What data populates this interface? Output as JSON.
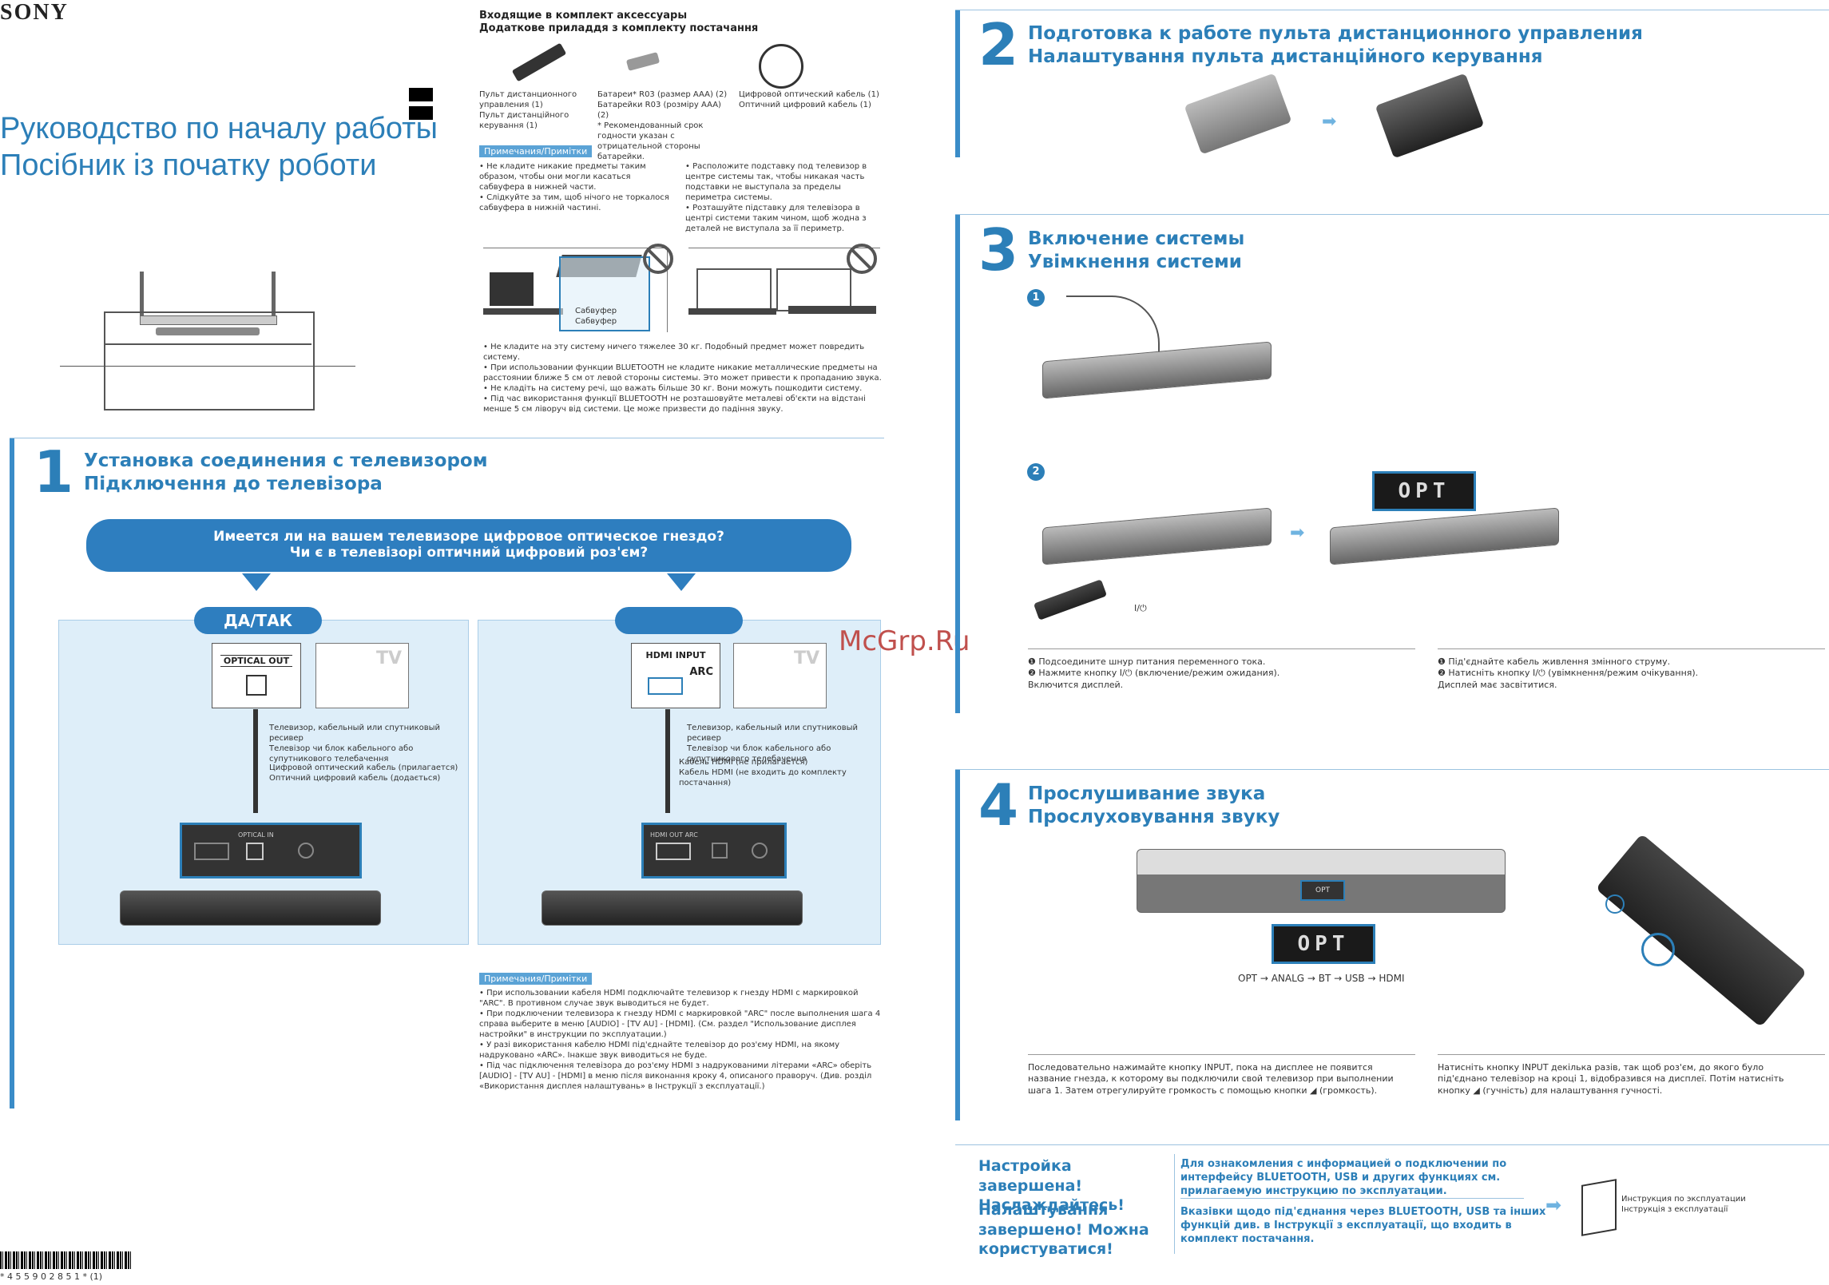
{
  "brand": "SONY",
  "header": {
    "title_ru": "Руководство по началу работы",
    "title_uk": "Посібник із початку роботи"
  },
  "accessories": {
    "title_ru": "Входящие в комплект аксессуары",
    "title_uk": "Додаткове приладдя з комплекту постачання",
    "remote": "Пульт дистанционного управления (1)\nПульт дистанційного керування (1)",
    "batteries": "Батареи* R03 (размер AAA) (2)\nБатарейки R03 (розміру AAA) (2)\n* Рекомендованный срок годности указан с отрицательной стороны батарейки.",
    "optical": "Цифровой оптический кабель (1)\nОптичний цифровий кабель (1)"
  },
  "notes_top": {
    "label": "Примечания/Примітки",
    "left": "• Не кладите никакие предметы таким образом, чтобы они могли касаться сабвуфера в нижней части.\n• Слідкуйте за тим, щоб нічого не торкалося сабвуфера в нижній частині.",
    "right": "• Расположите подставку под телевизор в центре системы так, чтобы никакая часть подставки не выступала за пределы периметра системы.\n• Розташуйте підставку для телевізора в центрі системи таким чином, щоб жодна з деталей не виступала за її периметр.",
    "subwoofer": "Сабвуфер\nСабвуфер",
    "bottom": "• Не кладите на эту систему ничего тяжелее 30 кг. Подобный предмет может повредить систему.\n• При использовании функции BLUETOOTH не кладите никакие металлические предметы на расстоянии ближе 5 см от левой стороны системы. Это может привести к пропаданию звука.\n• Не кладіть на систему речі, що важать більше 30 кг. Вони можуть пошкодити систему.\n• Під час використання функції BLUETOOTH не розташовуйте металеві об'єкти на відстані менше 5 см ліворуч від системи. Це може призвести до падіння звуку."
  },
  "step1": {
    "num": "1",
    "title_ru": "Установка соединения с телевизором",
    "title_uk": "Підключення до телевізора",
    "question_ru": "Имеется ли на вашем телевизоре цифровое оптическое гнездо?",
    "question_uk": "Чи є в телевізорі оптичний цифровий роз'єм?",
    "yes_label": "ДА/ТАК",
    "no_label": "",
    "optical_out": "OPTICAL OUT",
    "tv": "TV",
    "hdmi_input": "HDMI INPUT",
    "arc": "ARC",
    "tv_desc": "Телевизор, кабельный или спутниковый ресивер\nТелевізор чи блок кабельного або супутникового телебачення",
    "optical_cable": "Цифровой оптический кабель (прилагается)\nОптичний цифровий кабель (додається)",
    "hdmi_cable": "Кабель HDMI (не прилагается)\nКабель HDMI (не входить до комплекту постачання)",
    "optical_in": "OPTICAL IN",
    "hdmi_out": "HDMI OUT ARC",
    "notes_label": "Примечания/Примітки",
    "notes": "• При использовании кабеля HDMI подключайте телевизор к гнезду HDMI с маркировкой \"ARC\". В противном случае звук выводиться не будет.\n• При подключении телевизора к гнезду HDMI с маркировкой \"ARC\" после выполнения шага 4 справа выберите в меню [AUDIO] - [TV AU] - [HDMI]. (См. раздел \"Использование дисплея настройки\" в инструкции по эксплуатации.)\n• У разі використання кабелю HDMI під'єднайте телевізор до роз'єму HDMI, на якому надруковано «ARC». Інакше звук виводиться не буде.\n• Під час підключення телевізора до роз'єму HDMI з надрукованими літерами «ARC» оберіть [AUDIO] - [TV AU] - [HDMI] в меню після виконання кроку 4, описаного праворуч. (Див. розділ «Використання дисплея налаштувань» в Інструкції з експлуатації.)"
  },
  "step2": {
    "num": "2",
    "title_ru": "Подготовка к работе пульта дистанционного управления",
    "title_uk": "Налаштування пульта дистанційного керування"
  },
  "step3": {
    "num": "3",
    "title_ru": "Включение системы",
    "title_uk": "Увімкнення системи",
    "sub1": "1",
    "sub2": "2",
    "power_label": "I/⏻",
    "display": "OPT",
    "text_ru": "❶ Подсоедините шнур питания переменного тока.\n❷ Нажмите кнопку I/⏻ (включение/режим ожидания).\n    Включится дисплей.",
    "text_uk": "❶ Під'єднайте кабель живлення змінного струму.\n❷ Натисніть кнопку I/⏻ (увімкнення/режим очікування).\n    Дисплей має засвітитися."
  },
  "step4": {
    "num": "4",
    "title_ru": "Прослушивание звука",
    "title_uk": "Прослуховування звуку",
    "display": "OPT",
    "input_chain": "OPT → ANALG → BT → USB → HDMI",
    "small_display": "OPT",
    "text_ru": "Последовательно нажимайте кнопку INPUT, пока на дисплее не появится название гнезда, к которому вы подключили свой телевизор при выполнении шага 1. Затем отрегулируйте громкость с помощью кнопки ◢ (громкость).",
    "text_uk": "Натисніть кнопку INPUT декілька разів, так щоб роз'єм, до якого було під'єднано телевізор на кроці 1, відобразився на дисплеї. Потім натисніть кнопку ◢ (гучність) для налаштування гучності."
  },
  "final": {
    "done_ru": "Настройка завершена! Наслаждайтесь!",
    "done_uk": "Налаштування завершено! Можна користуватися!",
    "info_ru": "Для ознакомления с информацией о подключении по интерфейсу BLUETOOTH, USB и других функциях см. прилагаемую инструкцию по эксплуатации.",
    "info_uk": "Вказівки щодо під'єднання через BLUETOOTH, USB та інших функцій див. в Інструкції з експлуатації, що входить в комплект постачання.",
    "manual": "Инструкция по эксплуатации\nІнструкція з експлуатації"
  },
  "watermark": "McGrp.Ru",
  "barcode_text": "* 4 5 5 9 0 2 8 5 1 * (1)"
}
